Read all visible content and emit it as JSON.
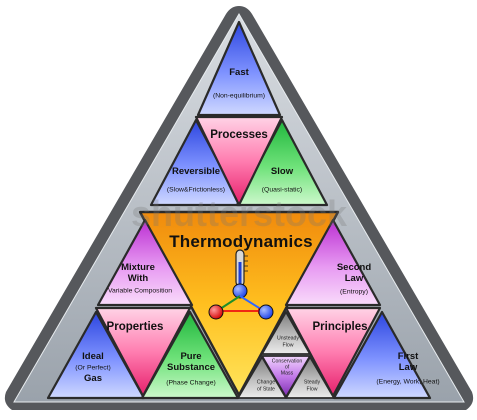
{
  "watermark": "shutterstock",
  "center": {
    "title": "Thermodynamics"
  },
  "processes": {
    "title": "Processes",
    "fast": {
      "title": "Fast",
      "sub": "(Non-equilibrium)"
    },
    "reversible": {
      "title": "Reversible",
      "sub": "(Slow&Frictionless)"
    },
    "slow": {
      "title": "Slow",
      "sub": "(Quasi-static)"
    }
  },
  "properties": {
    "title": "Properties",
    "mixture": {
      "title_l1": "Mixture",
      "title_l2": "With",
      "sub": "Variable Composition"
    },
    "ideal_gas": {
      "title_l1": "Ideal",
      "sub": "(Or Perfect)",
      "title_l2": "Gas"
    },
    "pure_substance": {
      "title_l1": "Pure",
      "title_l2": "Substance",
      "sub": "(Phase Change)"
    }
  },
  "principles": {
    "title": "Principles",
    "second_law": {
      "title_l1": "Second",
      "title_l2": "Law",
      "sub": "(Entropy)"
    },
    "first_law": {
      "title_l1": "First",
      "title_l2": "Law",
      "sub": "(Energy, Work, Heat)"
    },
    "unsteady_flow": {
      "l1": "Unsteady",
      "l2": "Flow"
    },
    "conservation_mass": {
      "l1": "Conservation",
      "l2": "of",
      "l3": "Mass"
    },
    "change_of_state": {
      "l1": "Change",
      "l2": "of State"
    },
    "steady_flow": {
      "l1": "Steady",
      "l2": "Flow"
    }
  },
  "colors": {
    "frame_outer": "#5a5a5a",
    "frame_inner": "#c9ced3",
    "blue": "#4f63e6",
    "blue_light": "#b9c4ff",
    "pink": "#ee3a7d",
    "pink_light": "#ffc6de",
    "green": "#27c44a",
    "green_light": "#b8f5b9",
    "violet": "#c240d6",
    "violet_light": "#f4bef7",
    "orange": "#f39a13",
    "orange_light": "#ffe35a",
    "gray": "#8f8f8f",
    "gray_light": "#e2e2e2",
    "purple": "#8e3fc2",
    "molecule_blue": "#2454ff",
    "molecule_red": "#ee1111",
    "molecule_bond": "#1f8f28",
    "thermo_bond": "#2f66ff"
  }
}
